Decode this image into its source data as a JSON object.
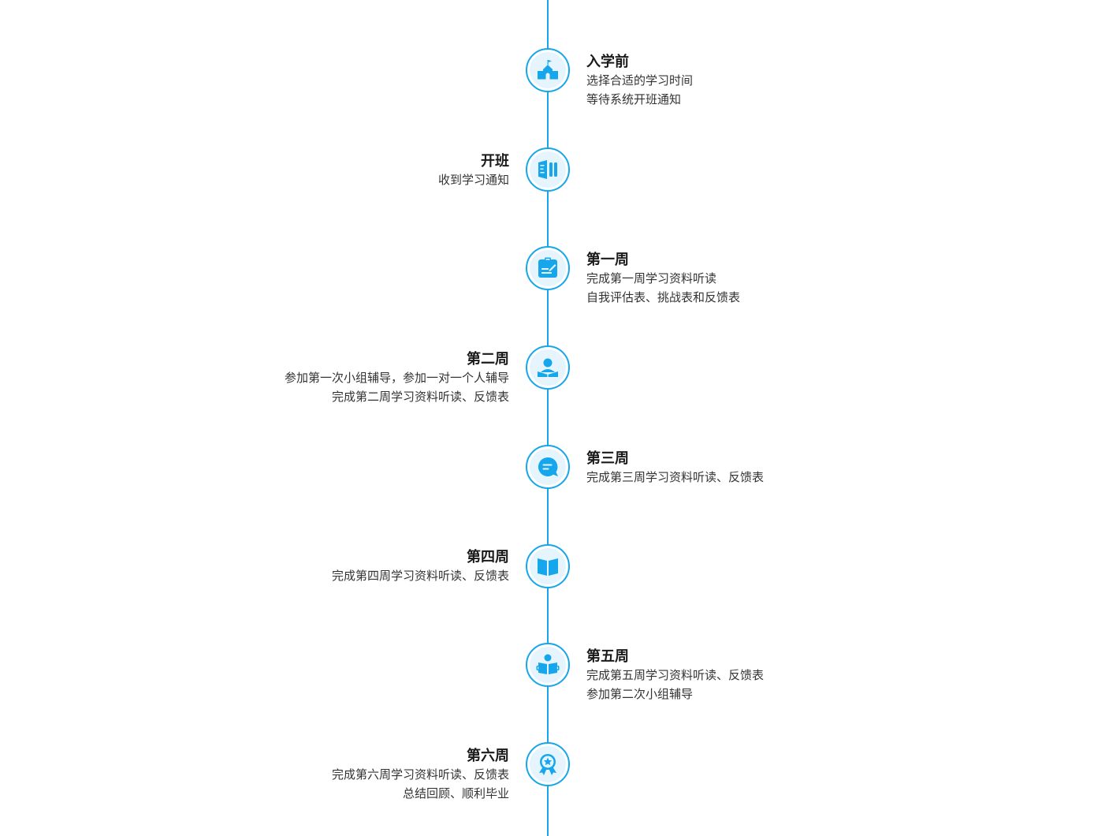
{
  "colors": {
    "accent": "#16a6ec",
    "node_fill": "#e6f5fd",
    "title": "#1a1a1a",
    "text": "#333333"
  },
  "stages": [
    {
      "title": "入学前",
      "icon": "school-icon",
      "lines": [
        "选择合适的学习时间",
        "等待系统开班通知"
      ]
    },
    {
      "title": "开班",
      "icon": "class-open-icon",
      "lines": [
        "收到学习通知"
      ]
    },
    {
      "title": "第一周",
      "icon": "clipboard-edit-icon",
      "lines": [
        "完成第一周学习资料听读",
        "自我评估表、挑战表和反馈表"
      ]
    },
    {
      "title": "第二周",
      "icon": "tutor-icon",
      "lines": [
        "参加第一次小组辅导，参加一对一个人辅导",
        "完成第二周学习资料听读、反馈表"
      ]
    },
    {
      "title": "第三周",
      "icon": "chat-bubble-icon",
      "lines": [
        "完成第三周学习资料听读、反馈表"
      ]
    },
    {
      "title": "第四周",
      "icon": "open-book-icon",
      "lines": [
        "完成第四周学习资料听读、反馈表"
      ]
    },
    {
      "title": "第五周",
      "icon": "reader-icon",
      "lines": [
        "完成第五周学习资料听读、反馈表",
        "参加第二次小组辅导"
      ]
    },
    {
      "title": "第六周",
      "icon": "medal-icon",
      "lines": [
        "完成第六周学习资料听读、反馈表",
        "总结回顾、顺利毕业"
      ]
    }
  ]
}
